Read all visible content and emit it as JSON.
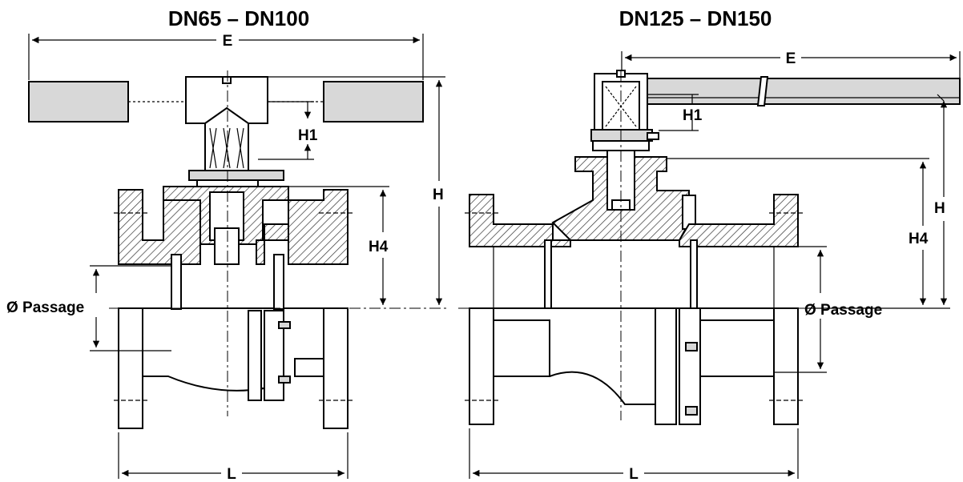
{
  "left_view": {
    "title": "DN65 – DN100",
    "labels": {
      "e": "E",
      "h": "H",
      "h1": "H1",
      "h4": "H4",
      "passage": "Ø Passage",
      "l": "L"
    }
  },
  "right_view": {
    "title": "DN125 – DN150",
    "labels": {
      "e": "E",
      "h": "H",
      "h1": "H1",
      "h4": "H4",
      "passage": "Ø Passage",
      "l": "L"
    }
  }
}
